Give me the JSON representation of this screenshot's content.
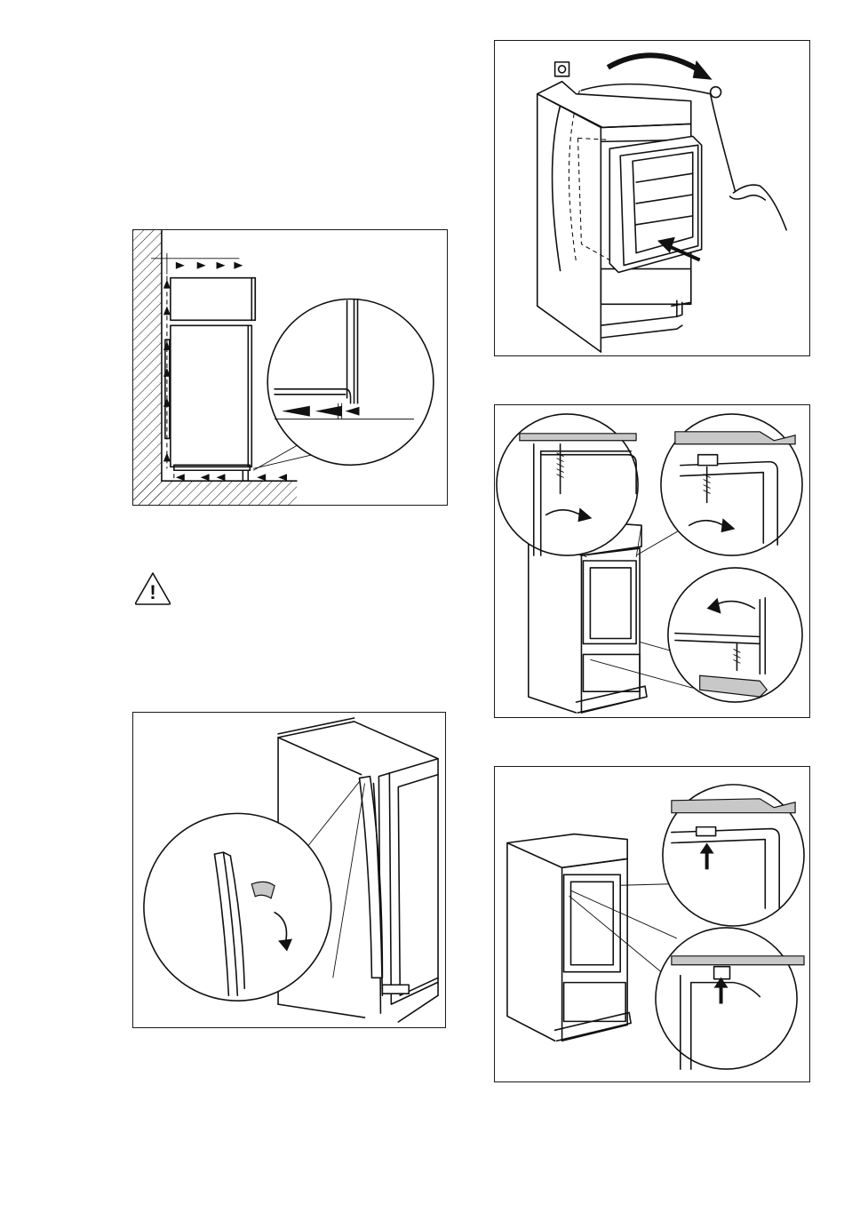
{
  "page": {
    "background": "#ffffff",
    "line_color": "#111111"
  },
  "figures": [
    {
      "id": "ventilation-diagram",
      "icon": "ventilation-airflow-illustration"
    },
    {
      "id": "cabinet-cable-pull",
      "icon": "cable-pull-installation-illustration"
    },
    {
      "id": "hinge-screw-fixing",
      "icon": "hinge-screws-illustration"
    },
    {
      "id": "door-seal-strip",
      "icon": "door-seal-strip-illustration"
    },
    {
      "id": "bracket-clip-fitting",
      "icon": "bracket-clips-illustration"
    }
  ],
  "warning": {
    "icon": "warning-triangle-icon",
    "glyph": "!"
  }
}
